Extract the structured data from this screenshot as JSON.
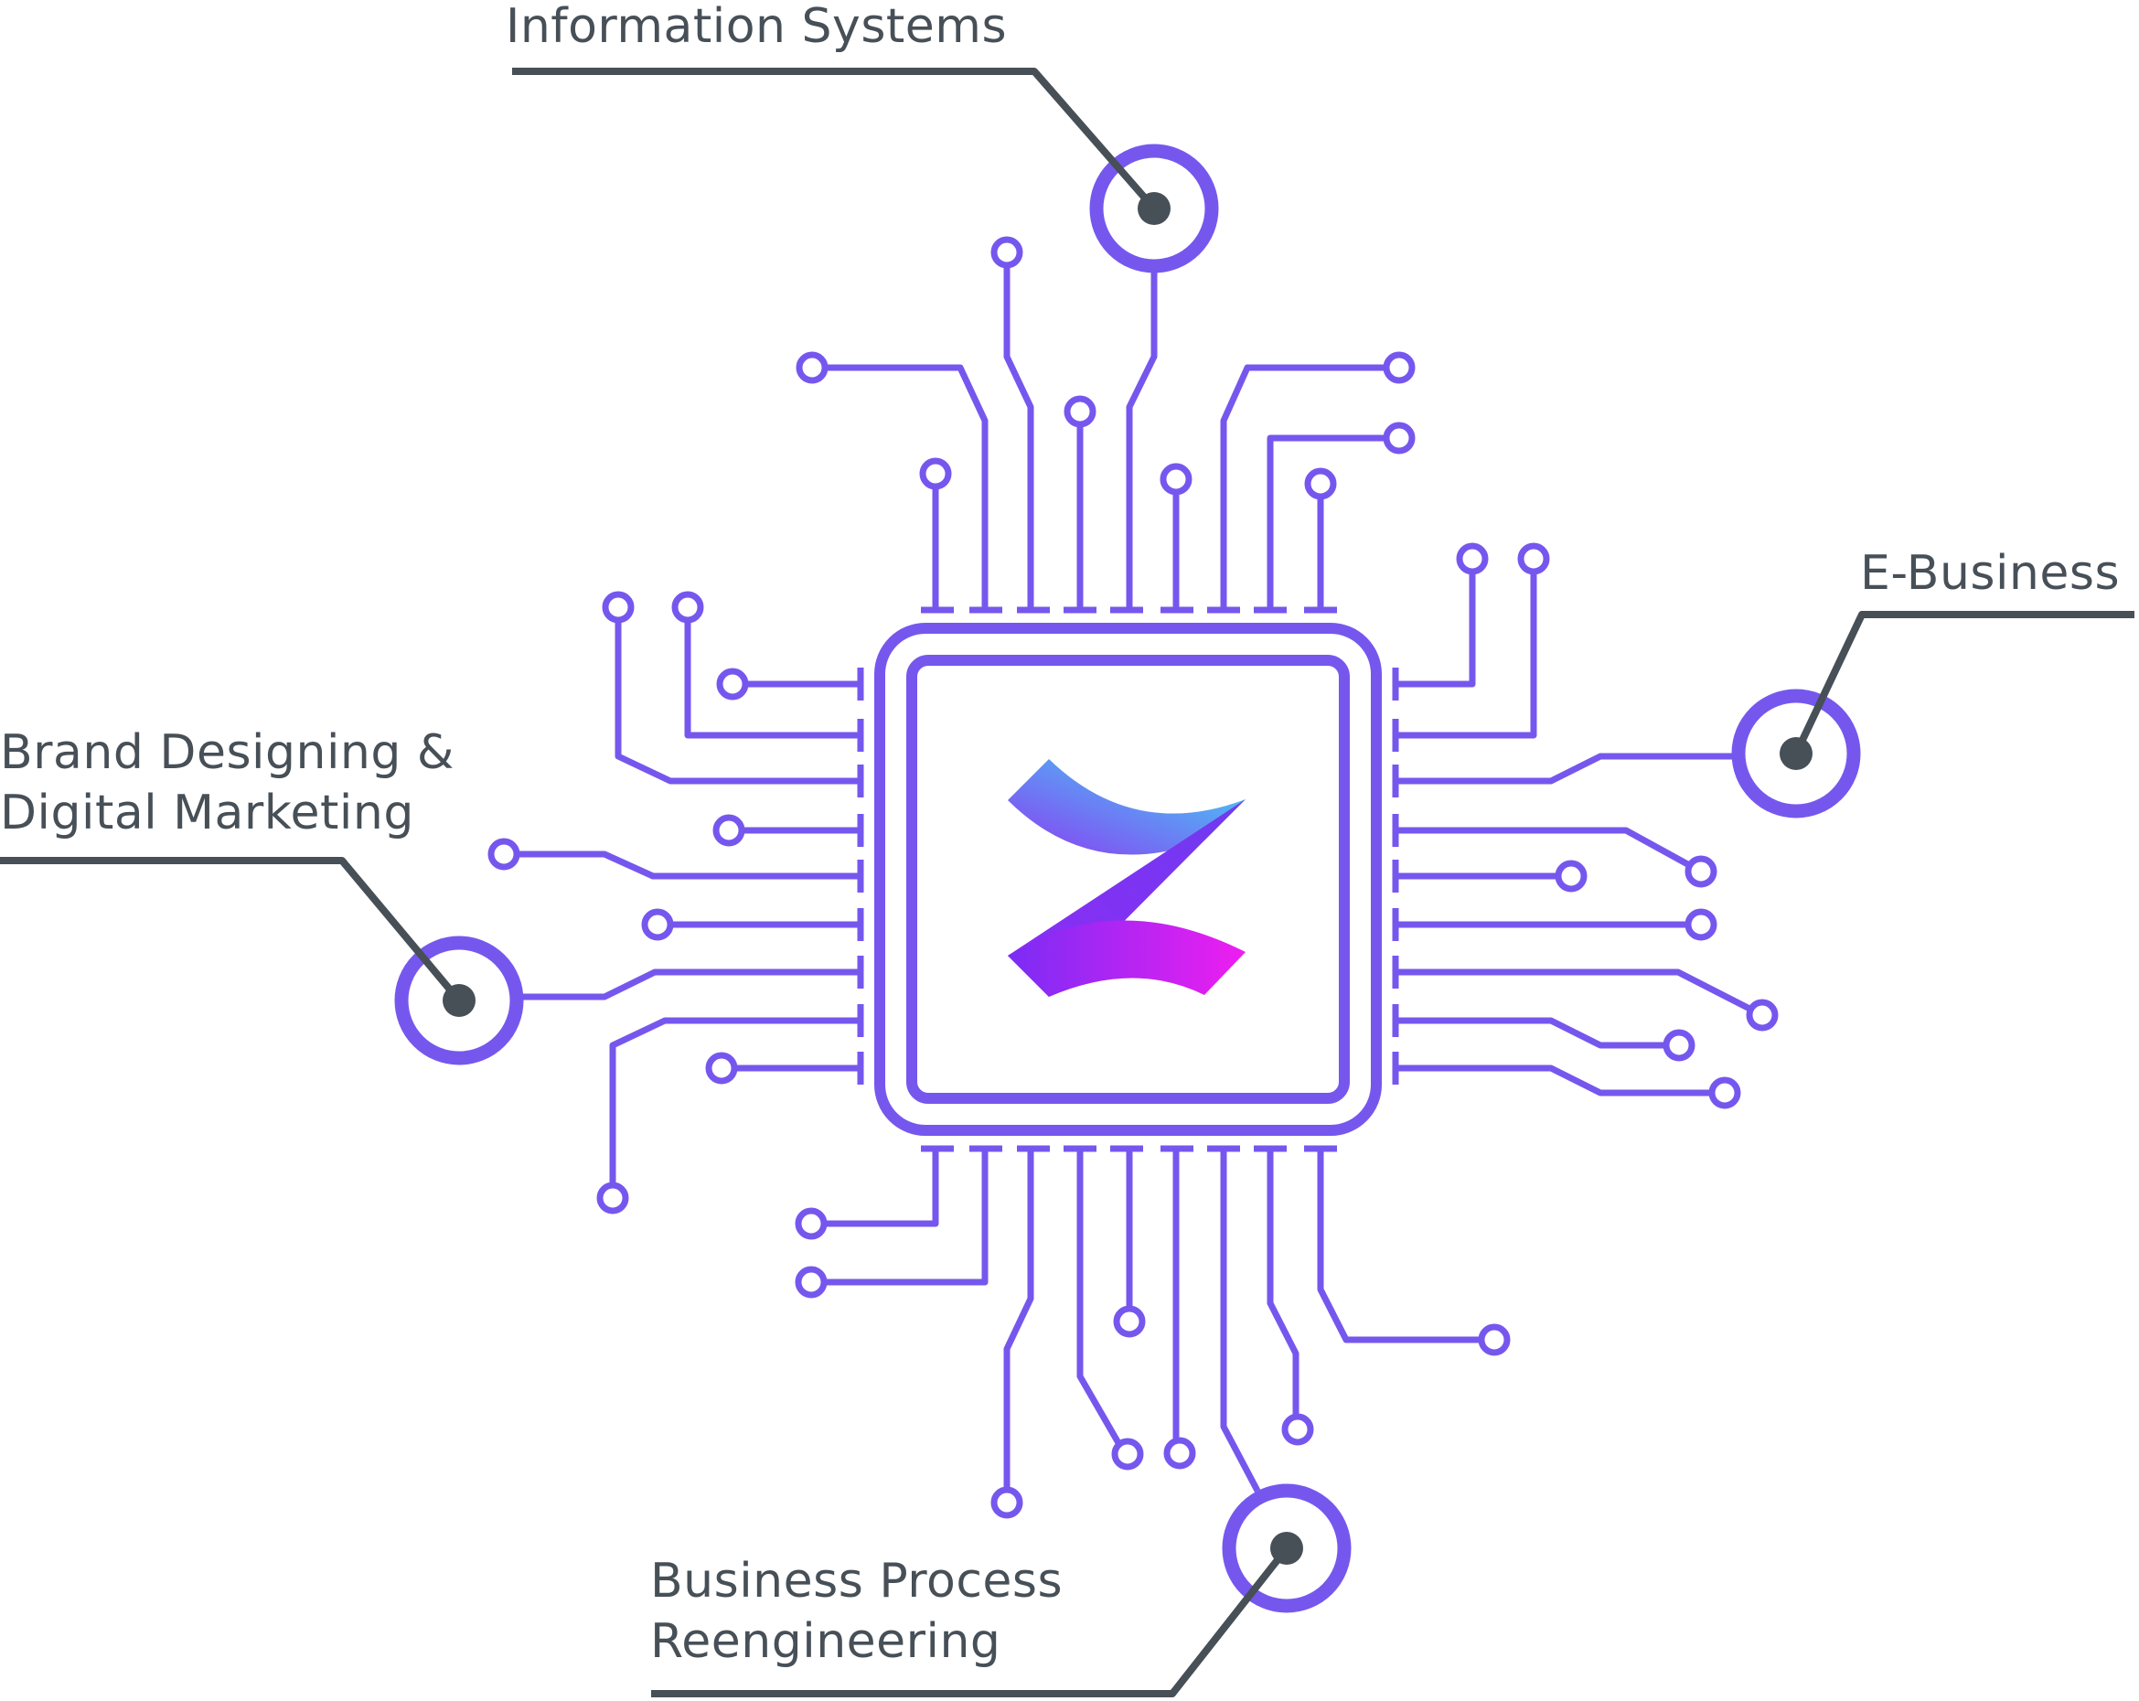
{
  "labels": {
    "information_systems": "Information Systems",
    "e_business": "E-Business",
    "brand_designing_line1": "Brand Designing &",
    "brand_designing_line2": "Digital Marketing",
    "business_process_line1": "Business Process",
    "business_process_line2": "Reengineering"
  },
  "colors": {
    "circuit": "#7657ee",
    "callout": "#474f57",
    "logo_gradient_top": [
      "#8b3cf2",
      "#3fd9f6"
    ],
    "logo_gradient_bottom": [
      "#7a2cf5",
      "#ee1ef0"
    ]
  },
  "icons": {
    "center_logo": "z-logo-icon",
    "chip": "microchip-icon"
  }
}
